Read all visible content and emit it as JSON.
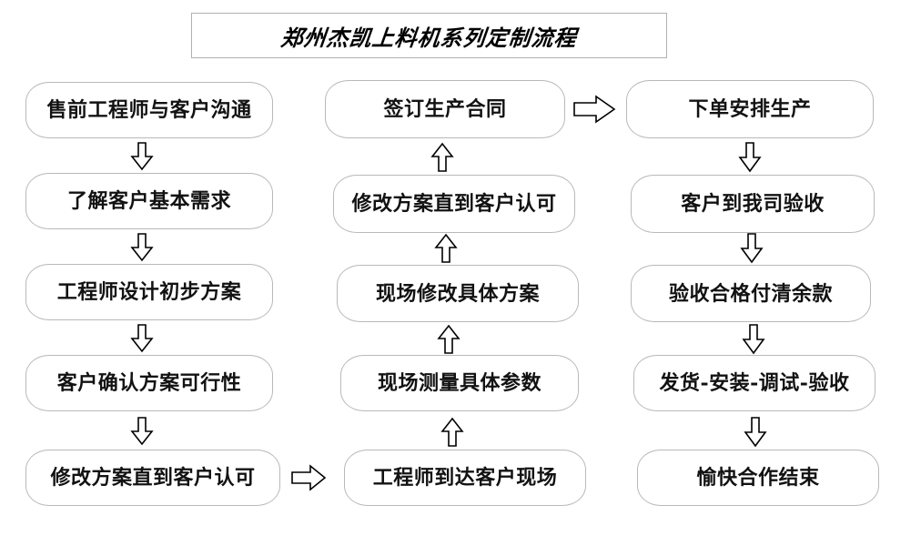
{
  "title": {
    "text": "郑州杰凯上料机系列定制流程"
  },
  "columns": {
    "left": {
      "name": "pre-sales-column",
      "nodes": [
        {
          "id": "node-l1",
          "label": "售前工程师与客户沟通"
        },
        {
          "id": "node-l2",
          "label": "了解客户基本需求"
        },
        {
          "id": "node-l3",
          "label": "工程师设计初步方案"
        },
        {
          "id": "node-l4",
          "label": "客户确认方案可行性"
        },
        {
          "id": "node-l5",
          "label": "修改方案直到客户认可"
        }
      ]
    },
    "middle": {
      "name": "on-site-column",
      "nodes": [
        {
          "id": "node-m1",
          "label": "签订生产合同"
        },
        {
          "id": "node-m2",
          "label": "修改方案直到客户认可"
        },
        {
          "id": "node-m3",
          "label": "现场修改具体方案"
        },
        {
          "id": "node-m4",
          "label": "现场测量具体参数"
        },
        {
          "id": "node-m5",
          "label": "工程师到达客户现场"
        }
      ]
    },
    "right": {
      "name": "production-column",
      "nodes": [
        {
          "id": "node-r1",
          "label": "下单安排生产"
        },
        {
          "id": "node-r2",
          "label": "客户到我司验收"
        },
        {
          "id": "node-r3",
          "label": "验收合格付清余款"
        },
        {
          "id": "node-r4",
          "label": "发货-安装-调试-验收"
        },
        {
          "id": "node-r5",
          "label": "愉快合作结束"
        }
      ]
    }
  },
  "connectors": [
    {
      "id": "arrow-l1-l2",
      "direction": "down"
    },
    {
      "id": "arrow-l2-l3",
      "direction": "down"
    },
    {
      "id": "arrow-l3-l4",
      "direction": "down"
    },
    {
      "id": "arrow-l4-l5",
      "direction": "down"
    },
    {
      "id": "arrow-l5-m5",
      "direction": "right"
    },
    {
      "id": "arrow-m5-m4",
      "direction": "up"
    },
    {
      "id": "arrow-m4-m3",
      "direction": "up"
    },
    {
      "id": "arrow-m3-m2",
      "direction": "up"
    },
    {
      "id": "arrow-m2-m1",
      "direction": "up"
    },
    {
      "id": "arrow-m1-r1",
      "direction": "right"
    },
    {
      "id": "arrow-r1-r2",
      "direction": "down"
    },
    {
      "id": "arrow-r2-r3",
      "direction": "down"
    },
    {
      "id": "arrow-r3-r4",
      "direction": "down"
    },
    {
      "id": "arrow-r4-r5",
      "direction": "down"
    }
  ],
  "colors": {
    "background": "#ffffff",
    "node_border": "#b9b9b9",
    "title_border": "#b0b0b0",
    "text": "#121212",
    "arrow_stroke": "#000000",
    "arrow_fill": "#ffffff"
  }
}
